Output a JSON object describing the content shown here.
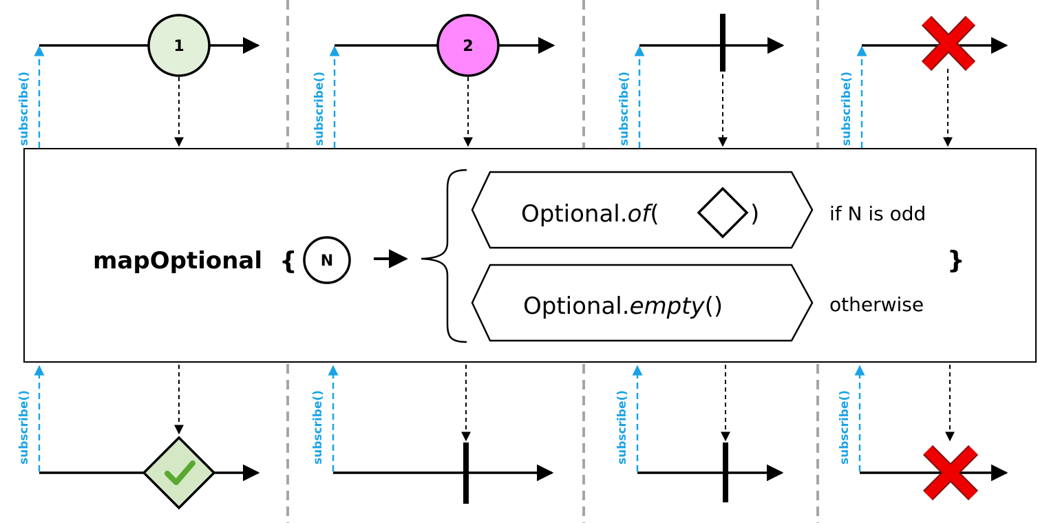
{
  "subscribe_label": "subscribe()",
  "colors": {
    "subscribe": "#1aa3e6",
    "marble_1_fill": "#e2efd9",
    "marble_2_fill": "#ff88ff",
    "error_red": "#ee0000",
    "check_fill": "#d5e8c6",
    "check_mark": "#5aa832",
    "separator": "#a6a6a6"
  },
  "operator": {
    "name": "mapOptional",
    "open_brace": "{",
    "param": "N",
    "close_brace": "}"
  },
  "cases": [
    {
      "prefix": "Optional.",
      "method": "of",
      "open": "(",
      "close": ")",
      "condition": "if N is odd",
      "has_diamond": true
    },
    {
      "prefix": "Optional.",
      "method": "empty",
      "open": "(",
      "close": ")",
      "condition": "otherwise",
      "has_diamond": false
    }
  ],
  "columns": [
    {
      "input": {
        "kind": "marble",
        "label": "1",
        "color": "#e2efd9"
      },
      "output": {
        "kind": "check-diamond"
      }
    },
    {
      "input": {
        "kind": "marble",
        "label": "2",
        "color": "#ff88ff"
      },
      "output": {
        "kind": "complete"
      }
    },
    {
      "input": {
        "kind": "complete"
      },
      "output": {
        "kind": "complete"
      }
    },
    {
      "input": {
        "kind": "error"
      },
      "output": {
        "kind": "error"
      }
    }
  ]
}
